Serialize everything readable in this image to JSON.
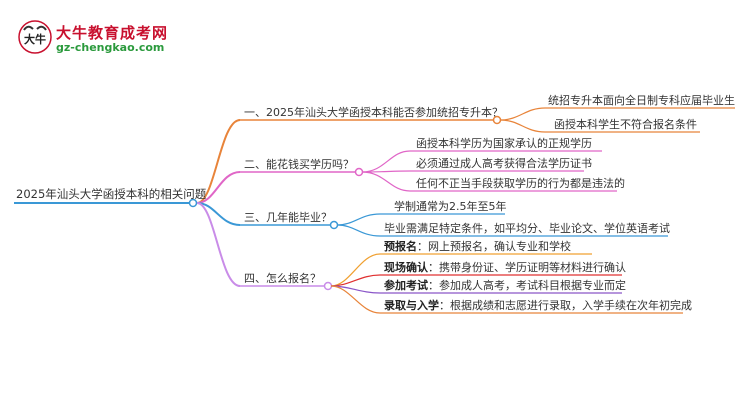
{
  "logo": {
    "brand": "大牛教育成考网",
    "site": "gz-chengkao.com",
    "mark_text": "大牛"
  },
  "root": "2025年汕头大学函授本科的相关问题",
  "branches": [
    {
      "title": "一、2025年汕头大学函授本科能否参加统招专升本？",
      "color": "#e8843a",
      "children": [
        {
          "text": "统招专升本面向全日制专科应届毕业生"
        },
        {
          "text": "函授本科学生不符合报名条件"
        }
      ]
    },
    {
      "title": "二、能花钱买学历吗？",
      "color": "#e066c7",
      "children": [
        {
          "text": "函授本科学历为国家承认的正规学历"
        },
        {
          "text": "必须通过成人高考获得合法学历证书"
        },
        {
          "text": "任何不正当手段获取学历的行为都是违法的"
        }
      ]
    },
    {
      "title": "三、几年能毕业？",
      "color": "#3a98d6",
      "children": [
        {
          "text": "学制通常为2.5年至5年"
        },
        {
          "text": "毕业需满足特定条件，如平均分、毕业论文、学位英语考试"
        }
      ]
    },
    {
      "title": "四、怎么报名？",
      "color": "#c98ce8",
      "children": [
        {
          "bold": "预报名",
          "text": "：网上预报名，确认专业和学校"
        },
        {
          "bold": "现场确认",
          "text": "：携带身份证、学历证明等材料进行确认"
        },
        {
          "bold": "参加考试",
          "text": "：参加成人高考，考试科目根据专业而定"
        },
        {
          "bold": "录取与入学",
          "text": "：根据成绩和志愿进行录取，入学手续在次年初完成"
        }
      ]
    }
  ],
  "colors": {
    "root_line": "#3a98d6",
    "brand": "#c8102e",
    "site": "#2b9a3d"
  }
}
